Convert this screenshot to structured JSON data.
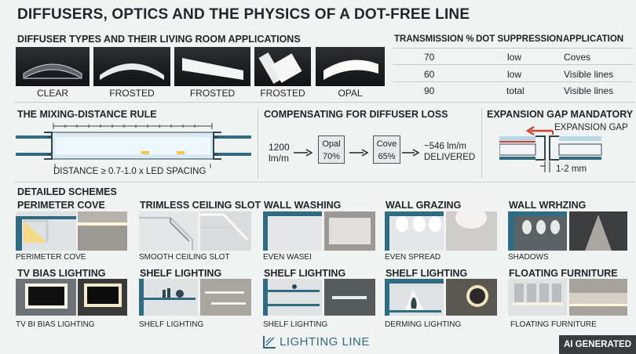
{
  "title": "DIFFUSERS, OPTICS AND THE PHYSICS OF A DOT-FREE LINE",
  "diffuser_section": {
    "heading": "DIFFUSER TYPES AND THEIR LIVING ROOM APPLICATIONS",
    "swatches": [
      "CLEAR",
      "FROSTED",
      "FROSTED",
      "FROSTED",
      "OPAL"
    ]
  },
  "table": {
    "headers": [
      "TRANSMISSION %",
      "DOT SUPPRESSION",
      "APPLICATION"
    ],
    "rows": [
      [
        "70",
        "low",
        "Coves"
      ],
      [
        "60",
        "low",
        "Visible lines"
      ],
      [
        "90",
        "total",
        "Visible lines"
      ]
    ]
  },
  "mixing": {
    "heading": "THE MIXING-DISTANCE RULE",
    "caption": "DISTANCE ≥ 0.7-1.0 x LED SPACING"
  },
  "compensating": {
    "heading": "COMPENSATING FOR DIFFUSER LOSS",
    "input_value": "1200",
    "input_unit": "lm/m",
    "box1_name": "Opal",
    "box1_value": "70%",
    "box2_name": "Cove",
    "box2_value": "65%",
    "output_value": "~546 lm/m",
    "output_label": "DELIVERED"
  },
  "expansion": {
    "heading": "EXPANSION GAP MANDATORY",
    "gap_label": "EXPANSION GAP",
    "size_label": "1-2 mm"
  },
  "schemes": {
    "heading": "DETAILED SCHEMES",
    "row1": [
      {
        "title": "PERIMETER COVE",
        "caption": "PERIMETER COVE"
      },
      {
        "title": "TRIMLESS CEILING SLOT",
        "caption": "SMOOTH CEILING SLOT"
      },
      {
        "title": "WALL WASHING",
        "caption": "EVEN WASEI"
      },
      {
        "title": "WALL GRAZING",
        "caption": "EVEN SPREAD"
      },
      {
        "title": "WALL WRHZING",
        "caption": "SHADOWS"
      }
    ],
    "row2": [
      {
        "title": "TV BIAS LIGHTING",
        "caption": "TV BI BIAS LIGHTING"
      },
      {
        "title": "SHELF LIGHTING",
        "caption": "SHELF LIGHTING"
      },
      {
        "title": "SHELF LIGHTING",
        "caption": "SHELF LIGHTING"
      },
      {
        "title": "SHELF LIGHTING",
        "caption": "DERMING LIGHTING"
      },
      {
        "title": "FLOATING FURNITURE",
        "caption": "FLOATING FURNITURE"
      }
    ]
  },
  "brand": "LIGHTING LINE",
  "badge": "AI GENERATED",
  "colors": {
    "accent": "#2f6b82",
    "dark": "#1c2226",
    "warm": "#f2c64a",
    "arrow": "#d0412f"
  }
}
